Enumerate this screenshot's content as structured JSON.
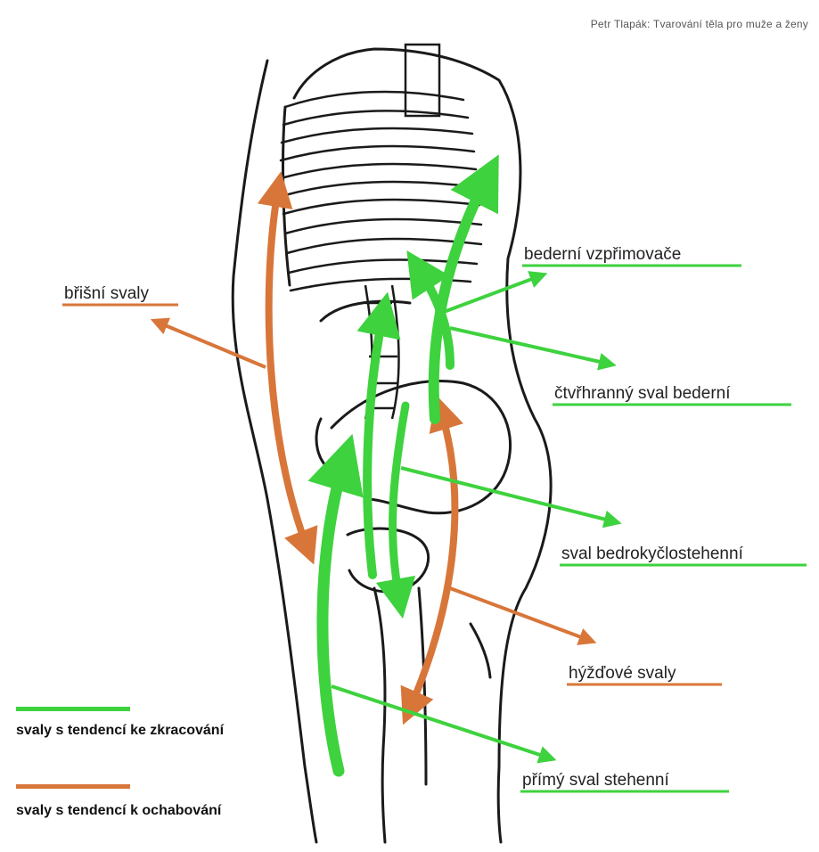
{
  "credit": "Petr Tlapák: Tvarování těla pro muže a ženy",
  "colors": {
    "shortening": "#3ed23e",
    "weakening": "#d8763a",
    "outline": "#1a1a1a"
  },
  "labels": {
    "abdominal": "břišní svaly",
    "erector": "bederní vzpřimovače",
    "quadratus": "čtvřhranný sval bederní",
    "iliopsoas": "sval bedrokyčlostehenní",
    "gluteal": "hýžďové svaly",
    "rectus_femoris": "přímý sval stehenní"
  },
  "legend": {
    "shortening": "svaly s tendencí ke zkracování",
    "weakening": "svaly s tendencí k ochabování"
  }
}
